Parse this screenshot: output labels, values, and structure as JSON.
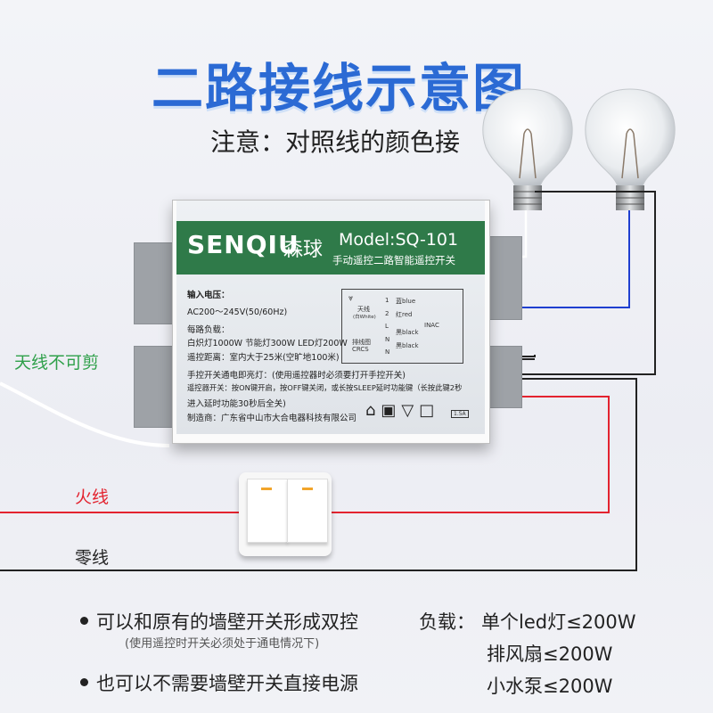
{
  "title": "二路接线示意图",
  "notice": "注意：对照线的颜色接",
  "device": {
    "brand": "SENQIU",
    "brand_cn": "森球",
    "model": "Model:SQ-101",
    "subtitle": "手动遥控二路智能遥控开关",
    "input_label": "输入电压：",
    "input_value": "AC200～245V(50/60Hz)",
    "load_label": "每路负载：",
    "load_value": "白炽灯1000W 节能灯300W LED灯200W",
    "range": "遥控距离：室内大于25米(空旷地100米)",
    "note1": "手控开关通电即亮灯：(使用遥控器时必须要打开手控开关)",
    "note2": "遥控器开关：按ON键开启，按OFF键关闭，或长按SLEEP延时功能键（长按此键2秒",
    "note3": "进入延时功能30秒后全关)",
    "maker": "制造商：广东省中山市大合电器科技有限公司",
    "wiring": {
      "antenna": "天线",
      "antenna_sub": "(白White)",
      "diagram_label": "排线图",
      "crcs": "CRCS",
      "term_l": "L",
      "term_n1": "N",
      "term_n2": "N",
      "pin1": "1",
      "pin2": "2",
      "blue": "蓝blue",
      "red": "红red",
      "black1": "黑black",
      "black2": "黑black",
      "inac": "INAC"
    },
    "rating": "1.5A"
  },
  "labels": {
    "antenna_note": "天线不可剪",
    "live": "火线",
    "neutral": "零线"
  },
  "bottom": {
    "item1": "可以和原有的墙壁开关形成双控",
    "item1_note": "(使用遥控时开关必须处于通电情况下)",
    "item2": "也可以不需要墙壁开关直接电源",
    "load_title": "负载：",
    "load1": "单个led灯≤200W",
    "load2": "排风扇≤200W",
    "load3": "小水泵≤200W"
  },
  "colors": {
    "title": "#2b6ad4",
    "brand_bar": "#2f7a49",
    "antenna_text": "#2fa04a",
    "live_wire": "#e3232f",
    "blue_wire": "#1f3fd0",
    "neutral_wire": "#222222"
  }
}
